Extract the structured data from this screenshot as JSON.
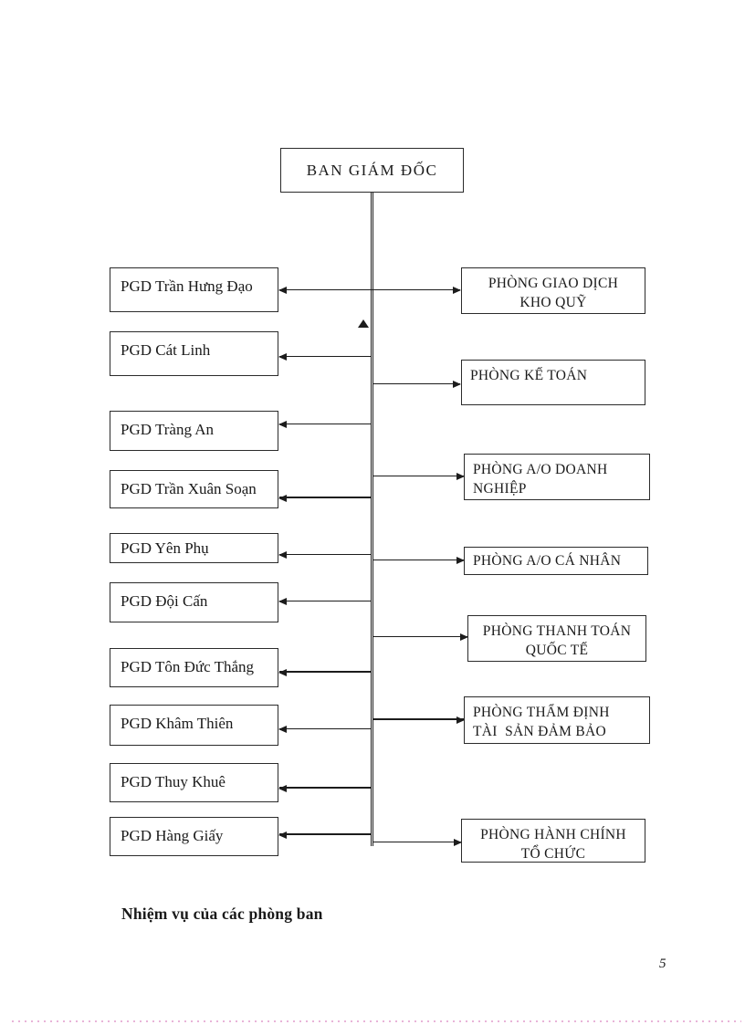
{
  "diagram": {
    "root": {
      "label": "BAN GIÁM ĐỐC"
    },
    "left_branches": [
      {
        "label": "PGD Trần Hưng Đạo"
      },
      {
        "label": "PGD Cát Linh"
      },
      {
        "label": "PGD Tràng An"
      },
      {
        "label": "PGD Trần Xuân Soạn"
      },
      {
        "label": "PGD Yên Phụ"
      },
      {
        "label": "PGD Đội Cấn"
      },
      {
        "label": "PGD Tôn Đức Thắng"
      },
      {
        "label": "PGD Khâm Thiên"
      },
      {
        "label": "PGD Thuy Khuê"
      },
      {
        "label": "PGD Hàng Giấy"
      }
    ],
    "right_departments": [
      {
        "label": "PHÒNG GIAO DỊCH\nKHO QUỸ"
      },
      {
        "label": "PHÒNG KẾ TOÁN"
      },
      {
        "label": "PHÒNG A/O DOANH\nNGHIỆP"
      },
      {
        "label": "PHÒNG A/O CÁ NHÂN"
      },
      {
        "label": "PHÒNG THANH TOÁN\nQUỐC TẾ"
      },
      {
        "label": "PHÒNG THẨM ĐỊNH\nTÀI  SẢN ĐẢM BẢO"
      },
      {
        "label": "PHÒNG HÀNH CHÍNH\nTỔ CHỨC"
      }
    ]
  },
  "heading": {
    "text": "Nhiệm vụ của các phòng ban"
  },
  "footer": {
    "page_number": "5"
  },
  "colors": {
    "line": "#1c1c1c",
    "border": "#2b2b2b",
    "dotted_rule": "#e9b4d8",
    "background": "#ffffff"
  }
}
